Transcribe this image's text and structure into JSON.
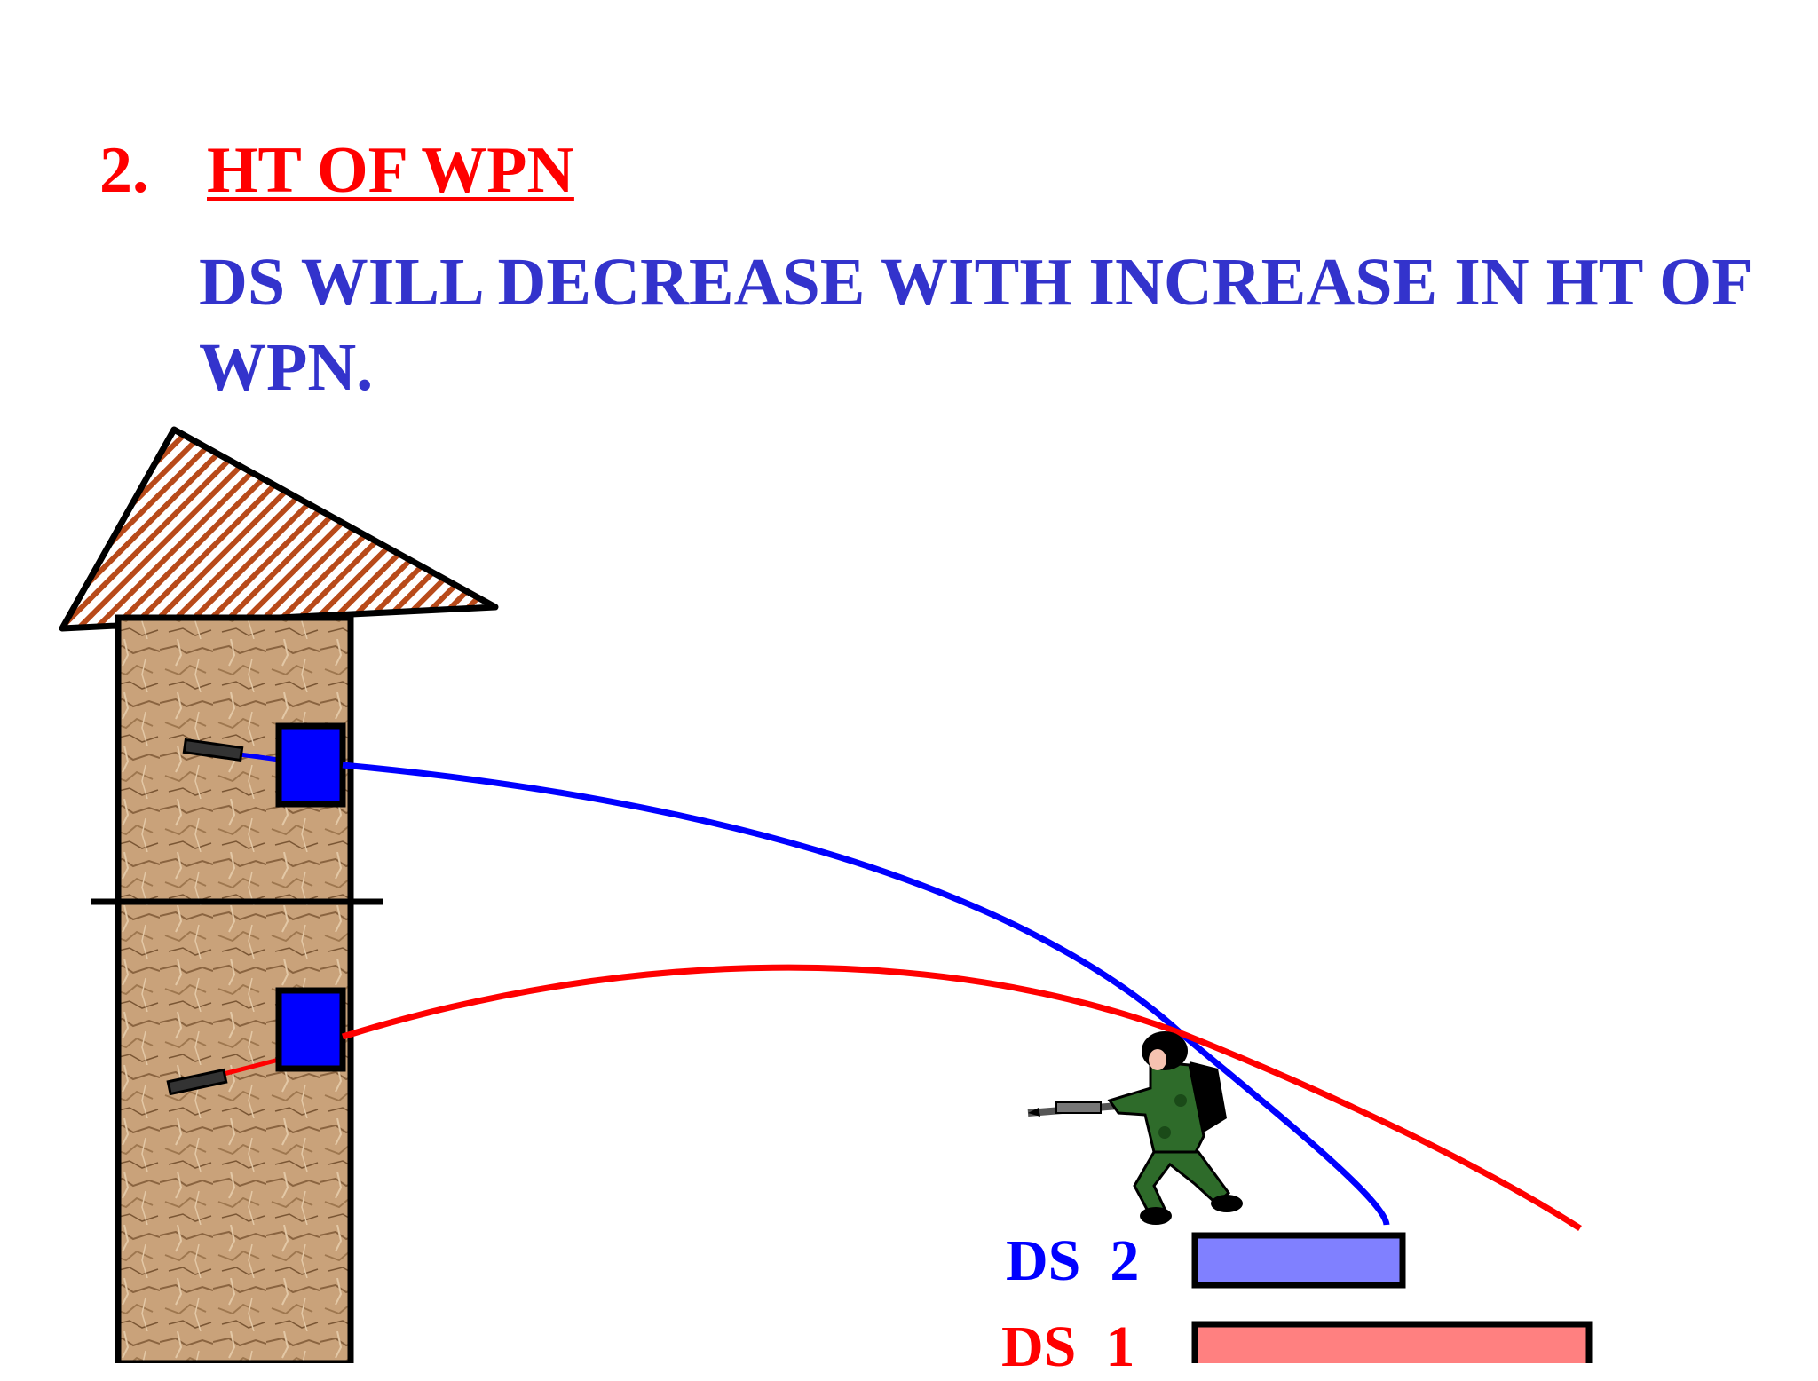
{
  "heading": {
    "number": "2.",
    "title": "HT OF WPN"
  },
  "body_text": "DS WILL DECREASE WITH INCREASE IN HT OF WPN.",
  "labels": {
    "ds2": "DS  2",
    "ds1": "DS  1"
  },
  "colors": {
    "heading": "#ff0000",
    "body_text": "#3333cc",
    "trajectory_upper": "#0000ff",
    "trajectory_lower": "#ff0000",
    "ds2_bar": "#8080ff",
    "ds1_bar": "#ff8080",
    "weapon_box": "#0000ff",
    "roof_stripes": "#b84a1a",
    "wall_texture": "#c9a27a"
  }
}
